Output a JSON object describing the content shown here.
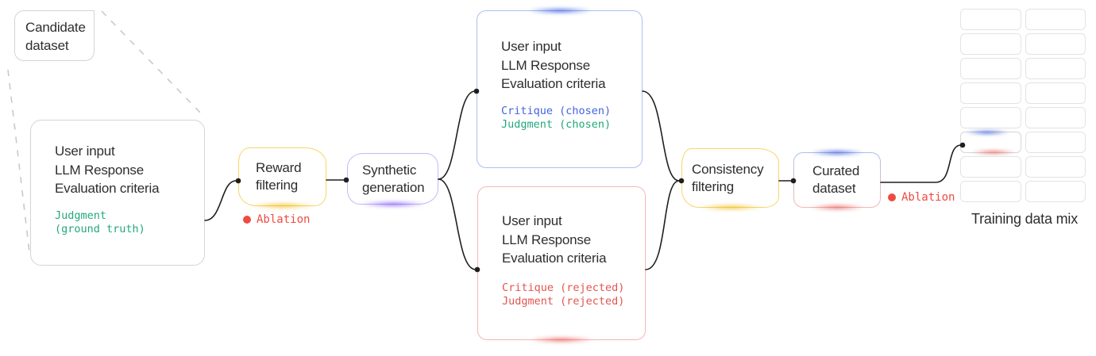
{
  "palette": {
    "text": "#2e2e2e",
    "green_annotation": "#23a87d",
    "blue_annotation": "#4164e1",
    "red_annotation": "#e25550",
    "ablation_red": "#ee4b40",
    "yellow_node_border": "#f8d468",
    "yellow_glow": "#f0b400",
    "purple_node_border": "#c7b8f5",
    "purple_glow": "#6d3bf0",
    "blue_box_border": "#a9c1f2",
    "blue_glow": "#2b4fd7",
    "red_box_border": "#f5b7b1",
    "red_glow": "#e23d3d",
    "gray_border": "#d4d4d4"
  },
  "candidate_box": {
    "label": "Candidate dataset"
  },
  "source_box": {
    "lines": [
      "User input",
      "LLM Response",
      "Evaluation criteria"
    ],
    "mono_lines": [
      "Judgment",
      "(ground truth)"
    ]
  },
  "nodes": {
    "reward": "Reward filtering",
    "synthetic": "Synthetic generation",
    "consistency": "Consistency filtering",
    "curated": "Curated dataset"
  },
  "ablation_label": "Ablation",
  "chosen_box": {
    "lines": [
      "User input",
      "LLM Response",
      "Evaluation criteria"
    ],
    "critique": "Critique (chosen)",
    "judgment": "Judgment (chosen)"
  },
  "rejected_box": {
    "lines": [
      "User input",
      "LLM Response",
      "Evaluation criteria"
    ],
    "critique": "Critique (rejected)",
    "judgment": "Judgment (rejected)"
  },
  "training_grid": {
    "label": "Training data mix",
    "rows": 8,
    "cols": 2,
    "highlight_row": 6,
    "highlight_col": 1
  }
}
